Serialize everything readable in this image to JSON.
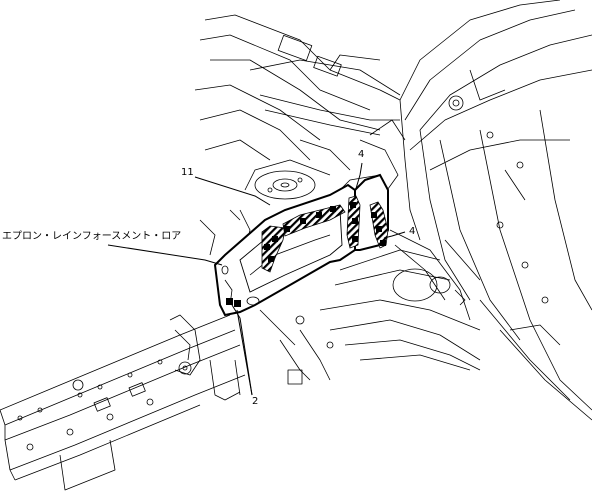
{
  "diagram": {
    "callouts": {
      "part_name": "エプロン・レインフォースメント・ロア",
      "ref_11": "11",
      "ref_4_upper": "4",
      "ref_4_right": "4",
      "ref_2": "2"
    }
  }
}
